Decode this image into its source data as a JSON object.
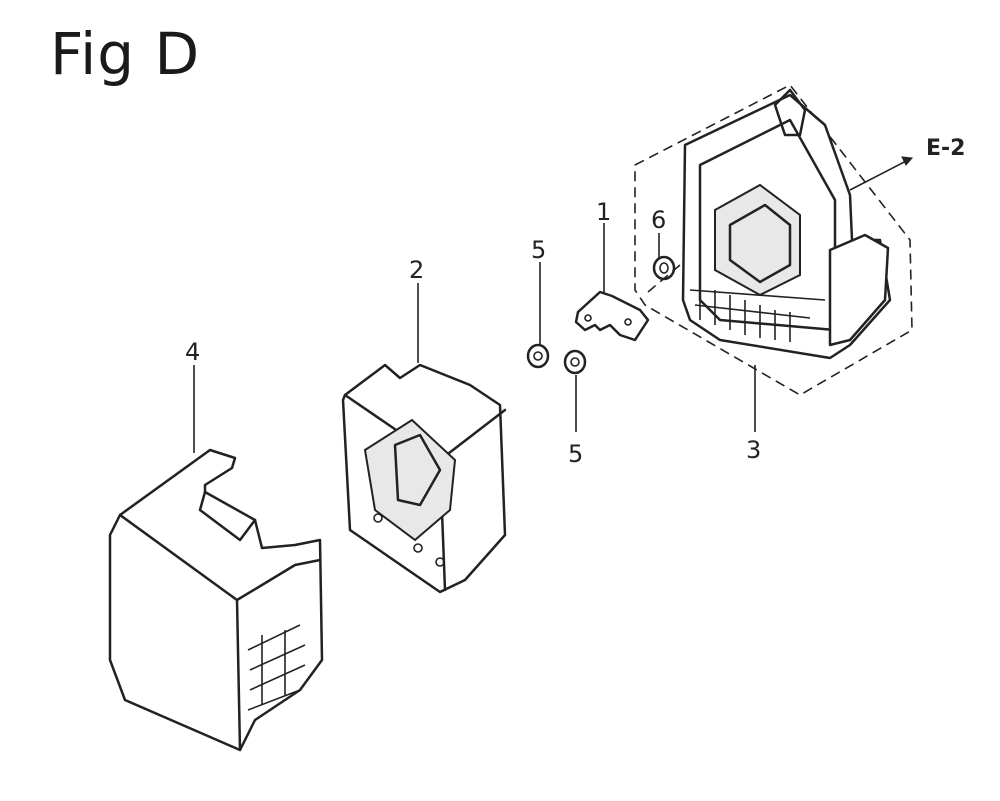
{
  "title": "Fig D",
  "callouts": {
    "p1": "1",
    "p2": "2",
    "p3": "3",
    "p4": "4",
    "p5a": "5",
    "p5b": "5",
    "p6": "6"
  },
  "reference": "E-2"
}
